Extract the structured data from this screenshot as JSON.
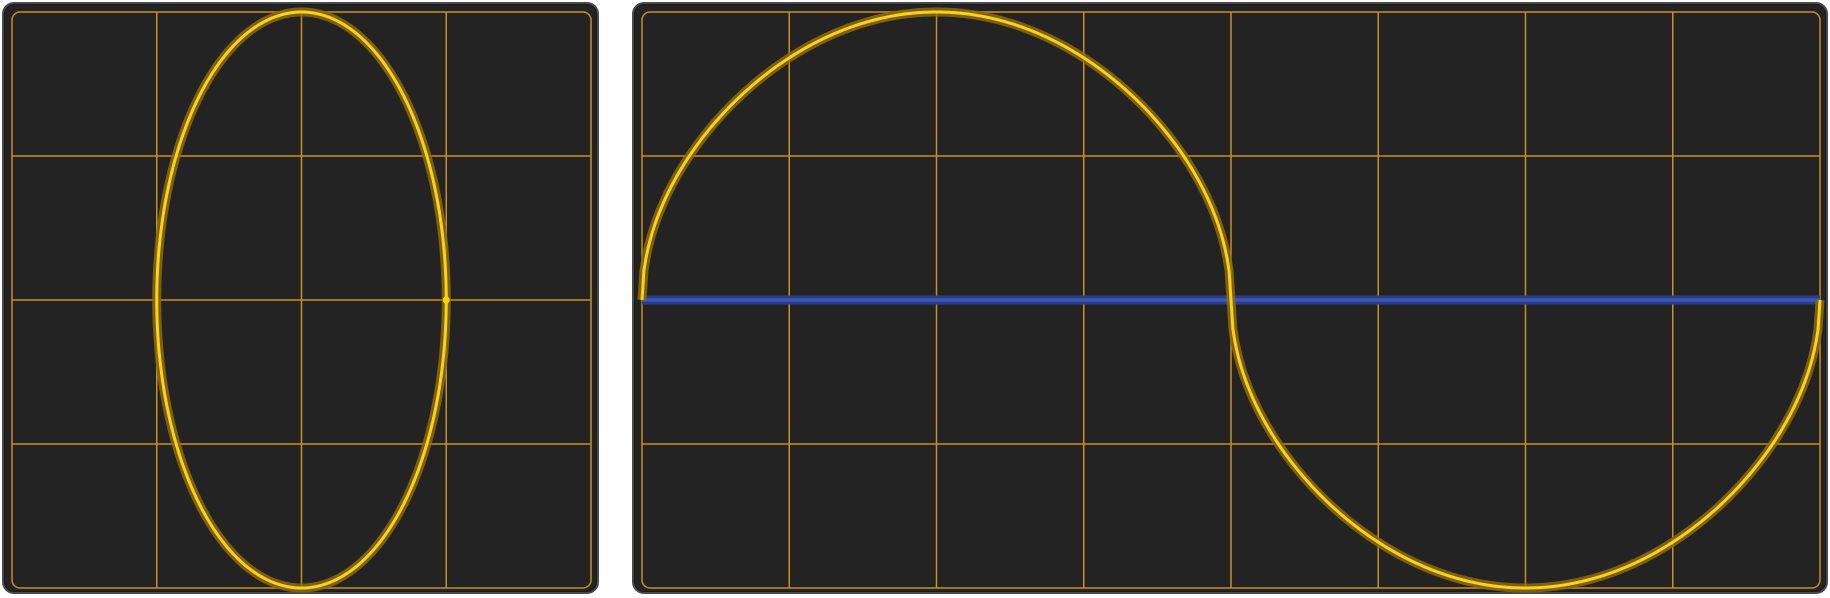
{
  "colors": {
    "background": "#232323",
    "bezel": "#4a4a4a",
    "grid": "#c8901c",
    "trace": "#ffd400",
    "trace_glow": "#8a6a1a",
    "baseline": "#3555c8",
    "baseline_glow": "#2c3f7a"
  },
  "scopes": {
    "xy_display": {
      "mode": "xy",
      "grid": {
        "columns": 4,
        "rows": 4
      },
      "trace": {
        "shape": "ellipse",
        "x_amplitude": 1.0,
        "y_amplitude": 2.0
      },
      "marker": {
        "x": 1.0,
        "y": 0.0
      }
    },
    "yt_display": {
      "mode": "time",
      "grid": {
        "columns": 8,
        "rows": 4
      },
      "trace": {
        "shape": "sine",
        "periods": 1,
        "amplitude": 2.0,
        "sharpness": 0.5
      },
      "baseline": {
        "y": 0.0
      }
    }
  }
}
